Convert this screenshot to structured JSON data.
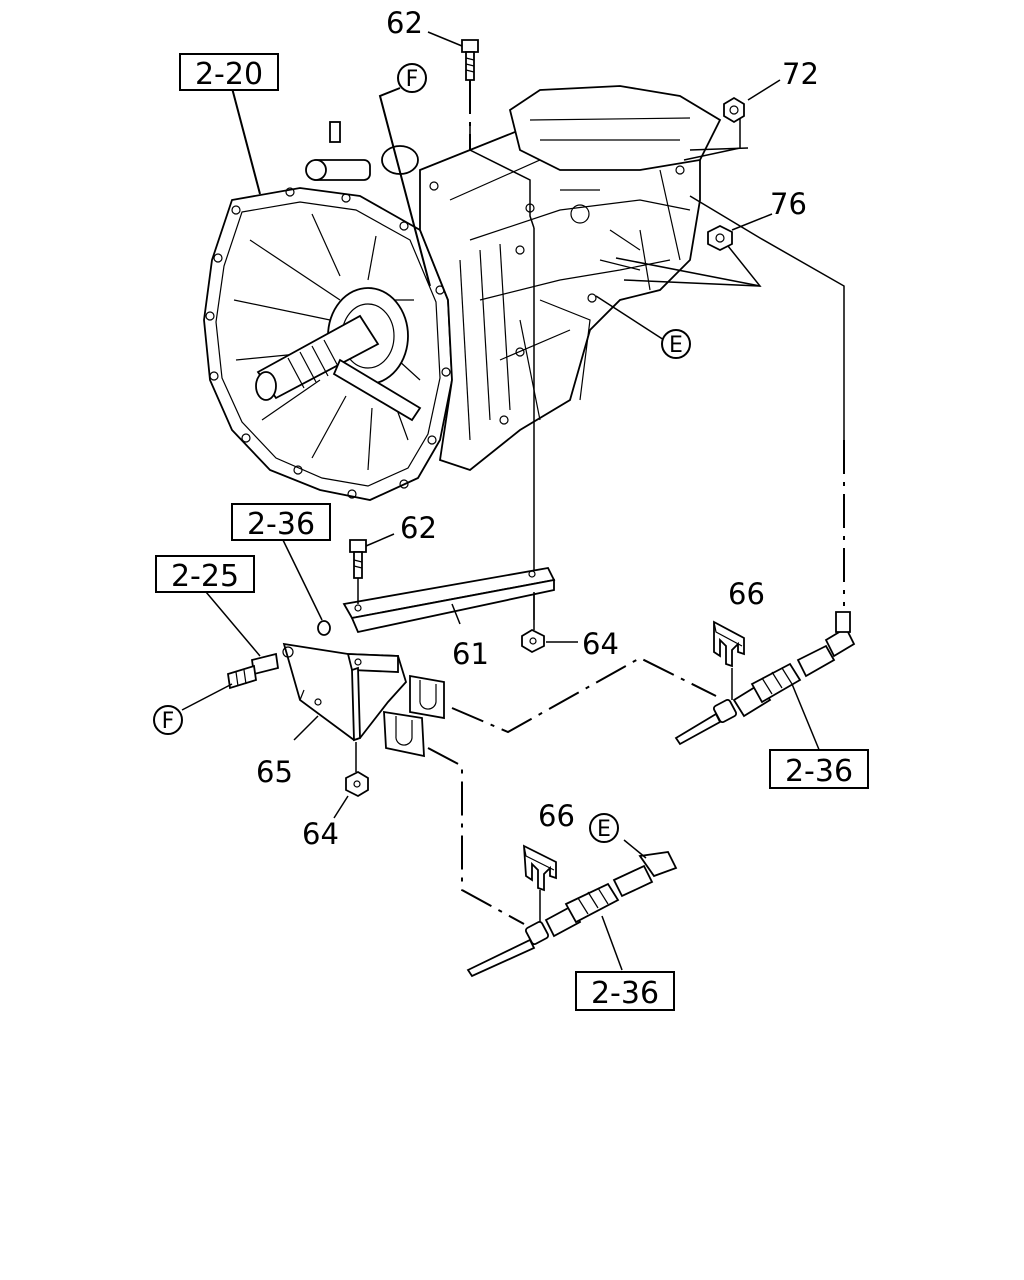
{
  "diagram": {
    "ref_boxes": {
      "r_2_20": "2-20",
      "r_2_36_top": "2-36",
      "r_2_25": "2-25",
      "r_2_36_right": "2-36",
      "r_2_36_bottom": "2-36"
    },
    "part_numbers": {
      "p62_top": "62",
      "p72": "72",
      "p76": "76",
      "p62_mid": "62",
      "p61": "61",
      "p64_right": "64",
      "p66_right": "66",
      "p65": "65",
      "p64_left": "64",
      "p66_bottom": "66"
    },
    "circle_markers": {
      "f_top": "F",
      "e_right": "E",
      "f_left": "F",
      "e_bottom": "E"
    }
  }
}
